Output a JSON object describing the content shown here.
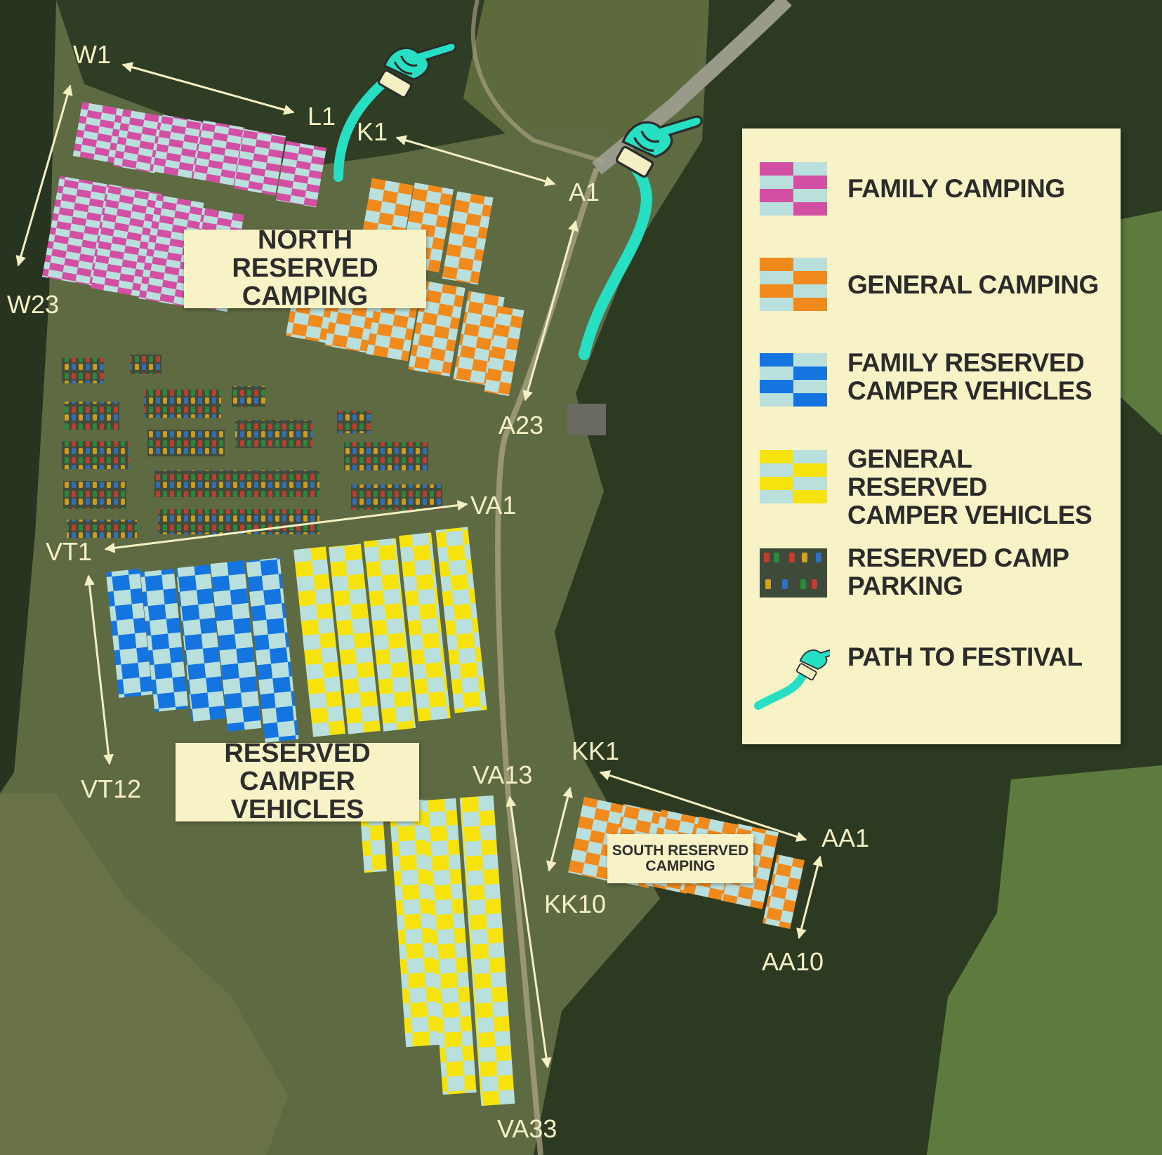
{
  "colors": {
    "family_camping": "#d24fa4",
    "general_camping": "#f18a1d",
    "family_reserved_camper": "#1474e0",
    "general_reserved_camper": "#f6e20c",
    "swatch_light": "#b9e0dd",
    "path": "#27e0c4",
    "label_bg": "#f7f3c6",
    "marker_text": "#f4f0c4"
  },
  "area_labels": {
    "north": "NORTH RESERVED\nCAMPING",
    "reserved_camper": "RESERVED\nCAMPER VEHICLES",
    "south": "SOUTH RESERVED\nCAMPING"
  },
  "markers": {
    "w1": "W1",
    "l1": "L1",
    "k1": "K1",
    "a1": "A1",
    "w23": "W23",
    "a23": "A23",
    "va1": "VA1",
    "vt1": "VT1",
    "vt12": "VT12",
    "va13": "VA13",
    "kk1": "KK1",
    "aa1": "AA1",
    "kk10": "KK10",
    "aa10": "AA10",
    "va33": "VA33"
  },
  "legend": [
    {
      "label": "FAMILY CAMPING",
      "icon": "pink-checker-swatch"
    },
    {
      "label": "GENERAL CAMPING",
      "icon": "orange-checker-swatch"
    },
    {
      "label": "FAMILY RESERVED\nCAMPER VEHICLES",
      "icon": "blue-checker-swatch"
    },
    {
      "label": "GENERAL RESERVED\nCAMPER VEHICLES",
      "icon": "yellow-checker-swatch"
    },
    {
      "label": "RESERVED CAMP\nPARKING",
      "icon": "parking-swatch"
    },
    {
      "label": "PATH TO FESTIVAL",
      "icon": "pointing-hand-icon"
    }
  ]
}
